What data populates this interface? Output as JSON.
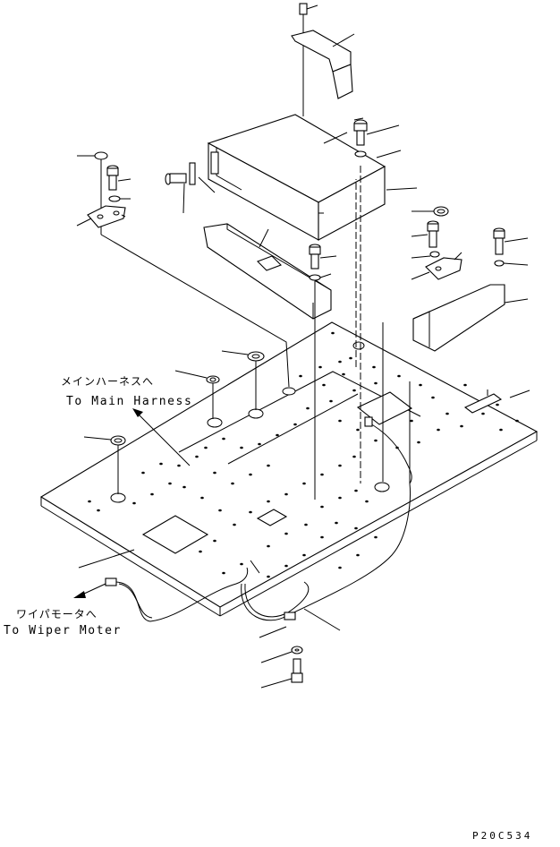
{
  "labels": {
    "main_harness_jp": "メインハーネスへ",
    "main_harness_en": "To Main Harness",
    "wiper_motor_jp": "ワイパモータへ",
    "wiper_motor_en": "To Wiper Moter",
    "drawing_code": "P20C534"
  },
  "style": {
    "line_color": "#000000",
    "background": "#ffffff"
  }
}
